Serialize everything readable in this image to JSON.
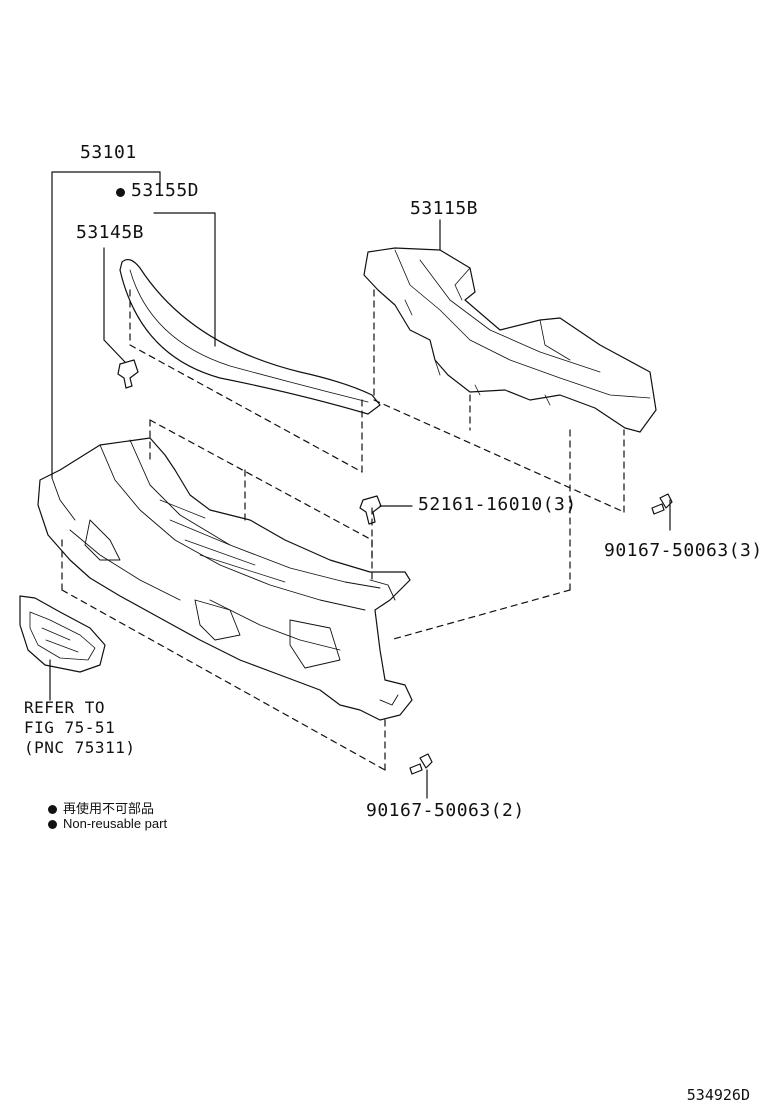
{
  "parts": {
    "p53101": "53101",
    "p53155d": "53155D",
    "p53145b": "53145B",
    "p53115b": "53115B",
    "p52161": "52161-16010(3)",
    "p90167_3": "90167-50063(3)",
    "p90167_2": "90167-50063(2)"
  },
  "refer": {
    "line1": "REFER TO",
    "line2": "FIG 75-51",
    "line3": "(PNC 75311)"
  },
  "legend": {
    "jp": "再使用不可部品",
    "en": "Non-reusable part"
  },
  "figure_id": "534926D"
}
